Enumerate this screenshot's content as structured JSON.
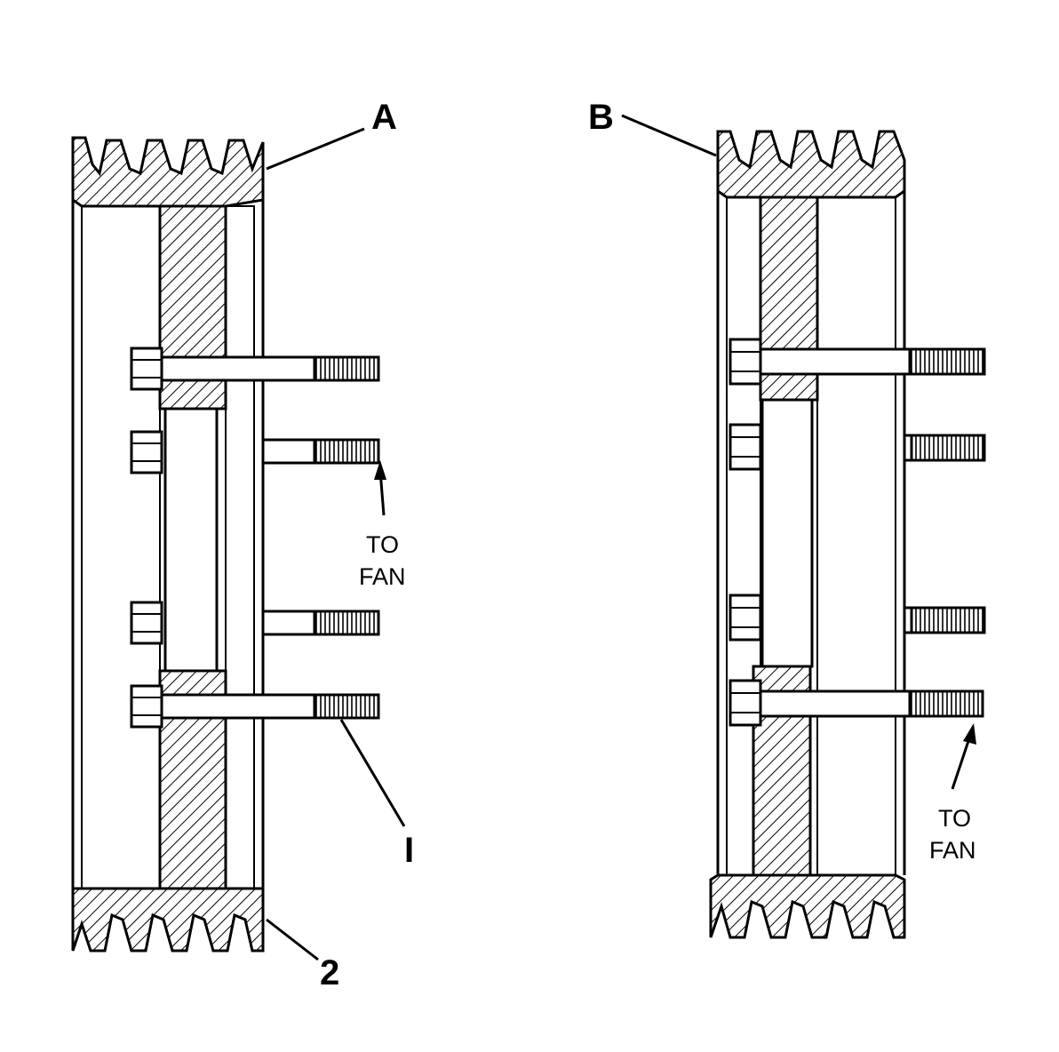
{
  "labels": {
    "pulley_a": "A",
    "pulley_b": "B",
    "callout_1": "I",
    "callout_2": "2",
    "to_fan_a_line1": "TO",
    "to_fan_a_line2": "FAN",
    "to_fan_b_line1": "TO",
    "to_fan_b_line2": "FAN"
  }
}
